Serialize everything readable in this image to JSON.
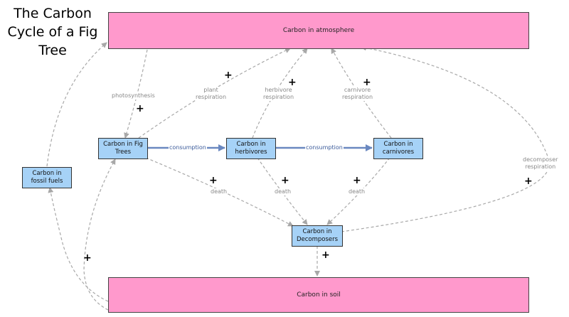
{
  "title": "The Carbon\nCycle of a Fig\nTree",
  "stocks": {
    "atmosphere": "Carbon in atmosphere",
    "soil": "Carbon in soil"
  },
  "nodes": {
    "fig_trees": "Carbon in Fig\nTrees",
    "herbivores": "Carbon in\nherbivores",
    "carnivores": "Carbon in\ncarnivores",
    "decomposers": "Carbon in\nDecomposers",
    "fossil_fuels": "Carbon in\nfossil fuels"
  },
  "links": {
    "photosynthesis": "photosynthesis",
    "plant_respiration": "plant\nrespiration",
    "herbivore_respiration": "herbivore\nrespiration",
    "carnivore_respiration": "carnivore\nrespiration",
    "decomposer_respiration": "decomposer\nrespiration",
    "death_fig": "death",
    "death_herb": "death",
    "death_carn": "death"
  },
  "flows": {
    "consumption_1": "consumption",
    "consumption_2": "consumption"
  },
  "polarity": "+",
  "colors": {
    "stock_fill": "#ff99cc",
    "node_fill": "#a6d2f7",
    "flow_arrow": "#6a88c0",
    "link_arrow": "#a8a8a8"
  }
}
